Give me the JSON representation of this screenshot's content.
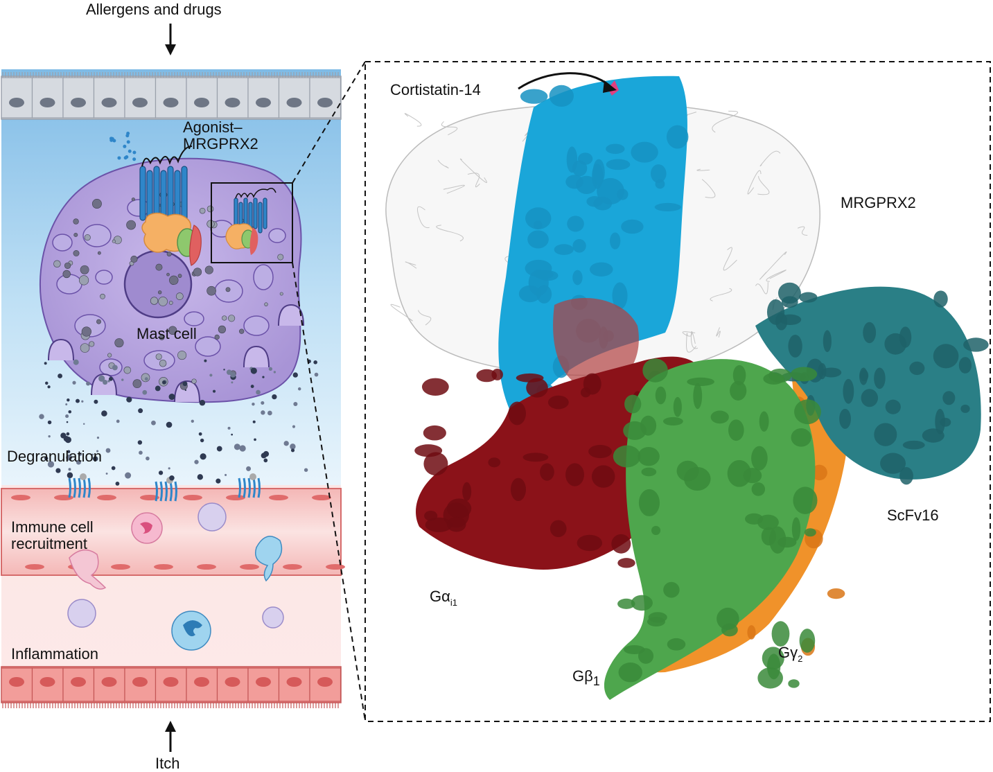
{
  "left_panel": {
    "top_label": "Allergens and drugs",
    "bottom_label": "Itch",
    "agonist_label_line1": "Agonist–",
    "agonist_label_line2": "MRGPRX2",
    "mast_cell_label": "Mast cell",
    "degranulation_label": "Degranulation",
    "immune_label_line1": "Immune cell",
    "immune_label_line2": "recruitment",
    "inflammation_label": "Inflammation"
  },
  "right_panel": {
    "ligand_label": "Cortistatin-14",
    "receptor_label": "MRGPRX2",
    "scfv_label": "ScFv16",
    "galpha_main": "Gα",
    "galpha_sub": "i1",
    "gbeta_main": "Gβ",
    "gbeta_sub": "1",
    "ggamma_main": "Gγ",
    "ggamma_sub": "2"
  },
  "colors": {
    "mrgprx2": "#1aa6d9",
    "galpha": "#8b1219",
    "gbeta": "#4ea64d",
    "ggamma": "#f0922a",
    "scfv16": "#2a7f86",
    "mast_cell": "#b6a4dc",
    "vessel": "#ef9a98",
    "epithelium_top": "#c8ccd3",
    "background_gradient_top": "#7fbbe6"
  }
}
